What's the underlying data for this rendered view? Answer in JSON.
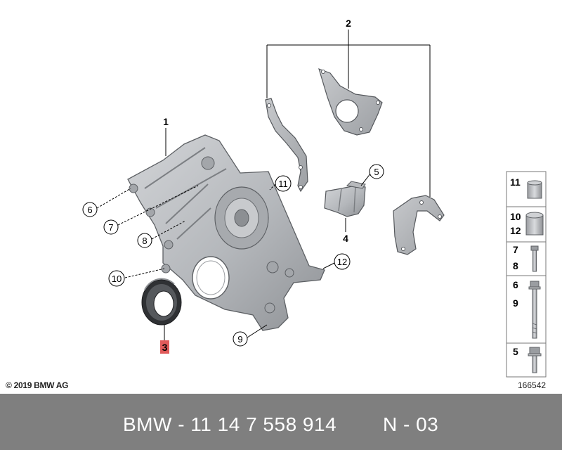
{
  "callouts": {
    "c1": "1",
    "c2": "2",
    "c3": "3",
    "c4": "4",
    "c5": "5",
    "c6": "6",
    "c7": "7",
    "c8": "8",
    "c9": "9",
    "c10": "10",
    "c11": "11",
    "c12": "12"
  },
  "side_panel": {
    "rows": [
      {
        "labels": [
          "11"
        ]
      },
      {
        "labels": [
          "10",
          "12"
        ]
      },
      {
        "labels": [
          "7",
          "8"
        ]
      },
      {
        "labels": [
          "6",
          "9"
        ]
      },
      {
        "labels": [
          "5"
        ]
      }
    ]
  },
  "copyright": "© 2019 BMW AG",
  "diagram_id": "166542",
  "footer": {
    "part_number": "BMW - 11 14 7 558 914",
    "position_code": "N - 03"
  },
  "colors": {
    "footer_bg": "#7f7f7f",
    "highlight": "#e05a5a",
    "metal": "#b9bcc0",
    "metal_dark": "#8a8d91"
  }
}
